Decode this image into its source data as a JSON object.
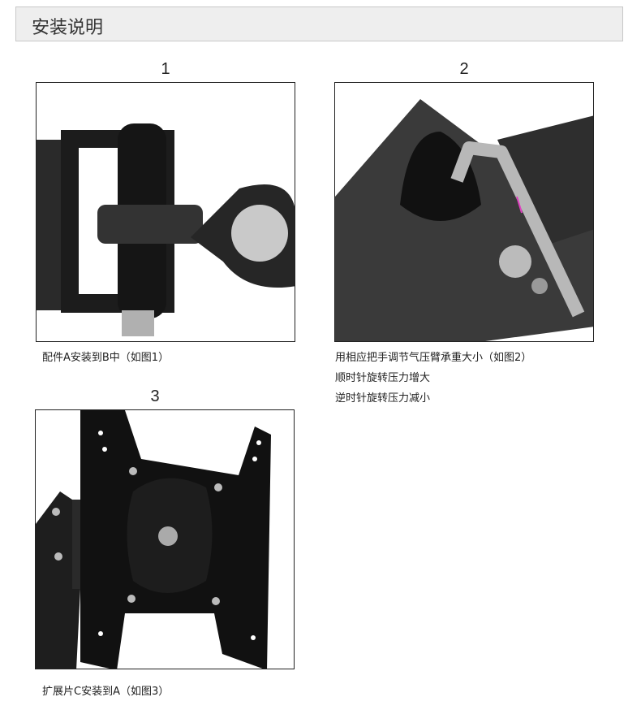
{
  "header": {
    "title": "安装说明"
  },
  "steps": [
    {
      "number": "1",
      "caption": [
        "配件A安装到B中（如图1）"
      ]
    },
    {
      "number": "2",
      "caption": [
        "用相应把手调节气压臂承重大小（如图2）",
        "顺时针旋转压力增大",
        "逆时针旋转压力减小"
      ]
    },
    {
      "number": "3",
      "caption": [
        "扩展片C安装到A（如图3）"
      ]
    }
  ]
}
